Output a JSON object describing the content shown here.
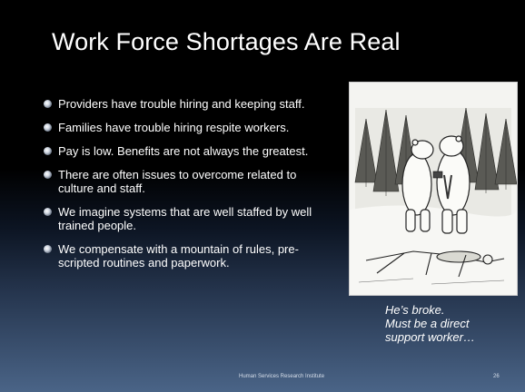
{
  "slide": {
    "title": "Work Force Shortages Are Real",
    "bullets": [
      "Providers have trouble hiring and keeping staff.",
      "Families have trouble hiring respite workers.",
      " Pay is low.  Benefits are not always the greatest.",
      "There are often issues to overcome related to culture and staff.",
      "We imagine systems that are well staffed by well trained people.",
      "We compensate with a mountain of rules, pre-scripted routines and paperwork."
    ],
    "caption": {
      "line1": "He’s broke.",
      "line2": "Must  be a direct",
      "line3": "support worker…"
    },
    "footer": "Human Services Research Institute",
    "page_number": "26",
    "bullet_icon": "sphere-bullet-icon",
    "cartoon_image": "polar-bears-cartoon"
  },
  "colors": {
    "background_top": "#000000",
    "background_bottom": "#4a6487",
    "text": "#ffffff"
  }
}
